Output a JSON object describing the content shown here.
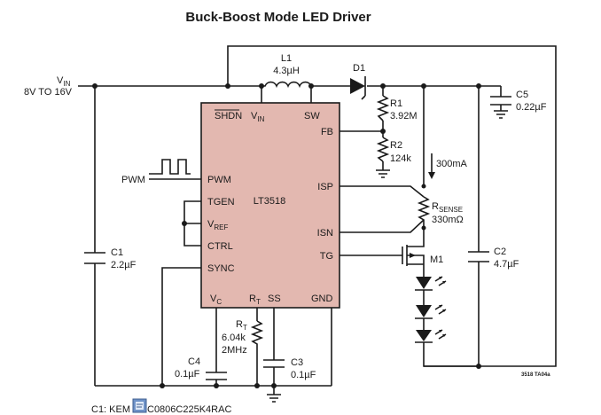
{
  "title": "Buck-Boost Mode LED Driver",
  "colors": {
    "ic_fill": "#e3b8b0",
    "wire": "#1a1a1a",
    "note_icon": "#6f93c8"
  },
  "ic": {
    "name": "LT3518",
    "pins": {
      "shdn": "SHDN",
      "vin_main": "V",
      "vin_sub": "IN",
      "sw": "SW",
      "fb": "FB",
      "pwm": "PWM",
      "tgen": "TGEN",
      "vref_main": "V",
      "vref_sub": "REF",
      "ctrl": "CTRL",
      "isp": "ISP",
      "isn": "ISN",
      "tg": "TG",
      "sync": "SYNC",
      "vc_main": "V",
      "vc_sub": "C",
      "rt_main": "R",
      "rt_sub": "T",
      "ss": "SS",
      "gnd": "GND"
    }
  },
  "input": {
    "label_main": "V",
    "label_sub": "IN",
    "range": "8V TO 16V"
  },
  "pwm_label": "PWM",
  "components": {
    "l1": {
      "ref": "L1",
      "value": "4.3µH"
    },
    "d1": {
      "ref": "D1"
    },
    "r1": {
      "ref": "R1",
      "value": "3.92M"
    },
    "r2": {
      "ref": "R2",
      "value": "124k"
    },
    "c5": {
      "ref": "C5",
      "value": "0.22µF"
    },
    "rsense": {
      "ref_main": "R",
      "ref_sub": "SENSE",
      "value": "330mΩ"
    },
    "m1": {
      "ref": "M1"
    },
    "c1": {
      "ref": "C1",
      "value": "2.2µF"
    },
    "c2": {
      "ref": "C2",
      "value": "4.7µF"
    },
    "rt": {
      "ref_main": "R",
      "ref_sub": "T",
      "value": "6.04k",
      "freq": "2MHz"
    },
    "c4": {
      "ref": "C4",
      "value": "0.1µF"
    },
    "c3": {
      "ref": "C3",
      "value": "0.1µF"
    }
  },
  "current_label": "300mA",
  "figure_code": "3518 TA04a",
  "footnote": {
    "prefix": "C1: KEM",
    "suffix": "C0806C225K4RAC",
    "icon": "notepad-icon"
  }
}
